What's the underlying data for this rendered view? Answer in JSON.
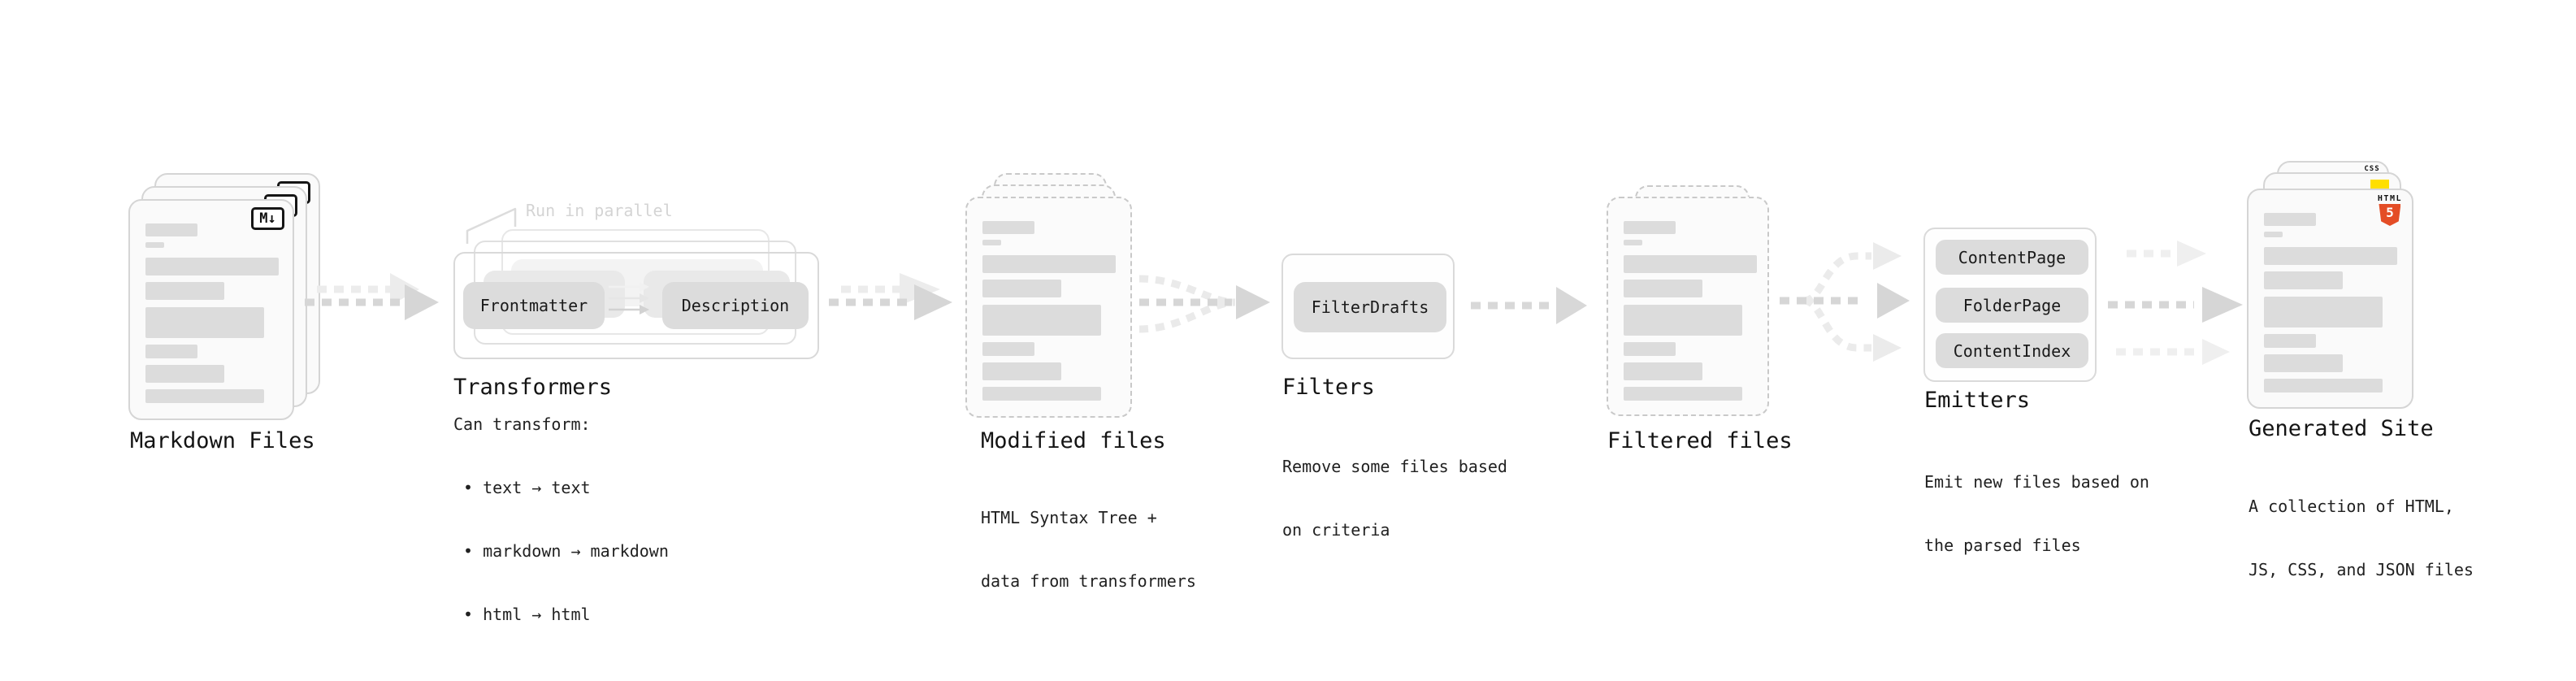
{
  "stages": {
    "markdown": {
      "label": "Markdown Files",
      "badge": "M↓"
    },
    "transformers": {
      "annotation": "Run in parallel",
      "pill_left": "Frontmatter",
      "pill_right": "Description",
      "label": "Transformers",
      "desc_heading": "Can transform:",
      "bullets": [
        "• text → text",
        "• markdown → markdown",
        "• html → html"
      ]
    },
    "modified": {
      "label": "Modified files",
      "desc_line1": "HTML Syntax Tree +",
      "desc_line2": "data from transformers"
    },
    "filters": {
      "pill": "FilterDrafts",
      "label": "Filters",
      "desc_line1": "Remove some files based",
      "desc_line2": "on criteria"
    },
    "filtered": {
      "label": "Filtered files"
    },
    "emitters": {
      "pill_1": "ContentPage",
      "pill_2": "FolderPage",
      "pill_3": "ContentIndex",
      "label": "Emitters",
      "desc_line1": "Emit new files based on",
      "desc_line2": "the parsed files"
    },
    "generated": {
      "label": "Generated Site",
      "desc_line1": "A collection of HTML,",
      "desc_line2": "JS, CSS, and JSON files",
      "badge_css": "CSS",
      "badge_html_word": "HTML",
      "badge_html_number": "5"
    }
  },
  "colors": {
    "html5_orange": "#e44d26",
    "js_yellow": "#ffdf00",
    "css_blue": "#2760e8"
  }
}
